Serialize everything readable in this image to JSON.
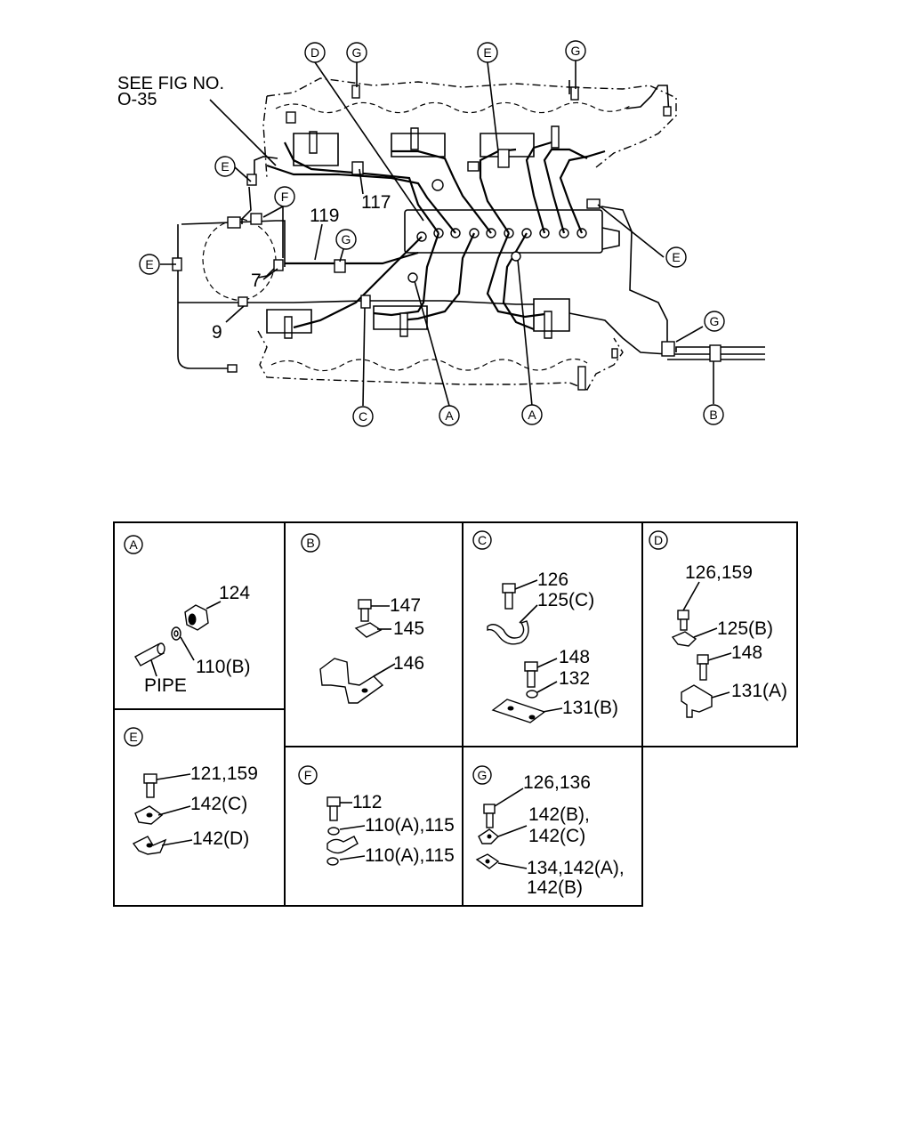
{
  "main_diagram": {
    "see_fig": [
      "SEE FIG NO.",
      "O-35"
    ],
    "part_numbers": {
      "p117": "117",
      "p119": "119",
      "p7": "7",
      "p9": "9"
    },
    "callouts": {
      "d_top": "D",
      "g_top_left": "G",
      "e_top": "E",
      "g_top_right": "G",
      "e_left_upper": "E",
      "f": "F",
      "g_mid": "G",
      "e_left": "E",
      "e_right": "E",
      "g_right": "G",
      "c_bottom": "C",
      "a_bottom_left": "A",
      "a_bottom_right": "A",
      "b_bottom": "B"
    }
  },
  "details": {
    "A": {
      "letter": "A",
      "labels": {
        "l124": "124",
        "l110b": "110(B)",
        "pipe": "PIPE"
      }
    },
    "B": {
      "letter": "B",
      "labels": {
        "l147": "147",
        "l145": "145",
        "l146": "146"
      }
    },
    "C": {
      "letter": "C",
      "labels": {
        "l126": "126",
        "l125c": "125(C)",
        "l148": "148",
        "l132": "132",
        "l131b": "131(B)"
      }
    },
    "D": {
      "letter": "D",
      "labels": {
        "l126_159": "126,159",
        "l125b": "125(B)",
        "l148": "148",
        "l131a": "131(A)"
      }
    },
    "E": {
      "letter": "E",
      "labels": {
        "l121_159": "121,159",
        "l142c": "142(C)",
        "l142d": "142(D)"
      }
    },
    "F": {
      "letter": "F",
      "labels": {
        "l112": "112",
        "l110a_115_1": "110(A),115",
        "l110a_115_2": "110(A),115"
      }
    },
    "G": {
      "letter": "G",
      "labels": {
        "l126_136": "126,136",
        "l142b": "142(B),",
        "l142c": "142(C)",
        "l134": "134,142(A),",
        "l142b2": "142(B)"
      }
    }
  }
}
